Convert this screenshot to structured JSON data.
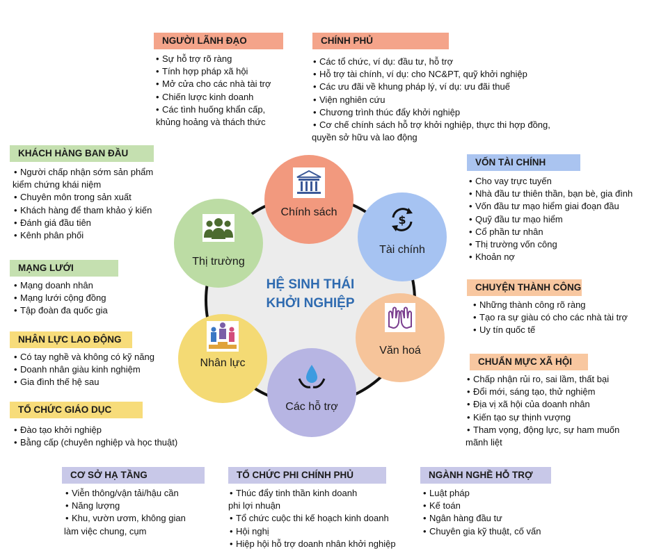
{
  "center": {
    "line1": "HỆ SINH THÁI",
    "line2": "KHỞI NGHIỆP"
  },
  "nodes": {
    "policy": "Chính sách",
    "finance": "Tài chính",
    "culture": "Văn hoá",
    "support": "Các hỗ trợ",
    "human": "Nhân lực",
    "market": "Thị trường"
  },
  "sections": {
    "leaders": {
      "title": "NGƯỜI LÃNH ĐẠO",
      "items": [
        "Sự hỗ trợ rõ ràng",
        "Tính hợp pháp xã hội",
        "Mở cửa cho các nhà tài trợ",
        "Chiến lược kinh doanh",
        "Các tình huống khẩn cấp,",
        "khủng hoảng và thách thức"
      ]
    },
    "government": {
      "title": "CHÍNH PHỦ",
      "items": [
        "Các tổ chức, ví dụ: đầu tư, hỗ trợ",
        "Hỗ trợ tài chính, ví dụ: cho NC&PT, quỹ khởi nghiệp",
        "Các ưu đãi về khung pháp lý, ví dụ: ưu đãi thuế",
        "Viện nghiên cứu",
        "Chương trình thúc đẩy khởi nghiệp",
        "Cơ chế chính sách hỗ trợ khởi nghiệp, thực thi hợp đồng,",
        "quyền sở hữu và lao động"
      ]
    },
    "early_customers": {
      "title": "KHÁCH HÀNG BAN ĐẦU",
      "items": [
        "Người chấp nhận sớm sản phẩm",
        "kiểm chứng khái niệm",
        "Chuyên môn trong sản xuất",
        "Khách hàng để tham khảo ý kiến",
        "Đánh giá đầu tiên",
        "Kênh phân phối"
      ]
    },
    "capital": {
      "title": "VỐN TÀI CHÍNH",
      "items": [
        "Cho vay trực tuyến",
        "Nhà đầu tư thiên thần, bạn bè, gia đình",
        "Vốn đầu tư mạo hiểm giai đoạn đầu",
        "Quỹ đầu tư mạo hiểm",
        "Cổ phần tư nhân",
        "Thị trường vốn công",
        "Khoản nợ"
      ]
    },
    "networks": {
      "title": "MẠNG LƯỚI",
      "items": [
        "Mạng doanh nhân",
        "Mạng lưới cộng đồng",
        "Tập đoàn đa quốc gia"
      ]
    },
    "success": {
      "title": "CHUYỆN THÀNH CÔNG",
      "items": [
        "Những thành công rõ ràng",
        "Tạo ra sự giàu có cho các nhà tài trợ",
        "Uy tín quốc tế"
      ]
    },
    "labor": {
      "title": "NHÂN LỰC LAO ĐỘNG",
      "items": [
        "Có tay nghề và không có kỹ năng",
        "Doanh nhân giàu kinh nghiệm",
        "Gia đình thế hệ sau"
      ]
    },
    "norms": {
      "title": "CHUẨN MỰC XÃ HỘI",
      "items": [
        "Chấp nhận rủi ro, sai lầm, thất bại",
        "Đổi mới, sáng tạo, thử nghiệm",
        "Địa vị xã hội của doanh nhân",
        "Kiến tạo sự thịnh vượng",
        "Tham vọng, động lực, sự ham muốn",
        "mãnh liệt"
      ]
    },
    "education": {
      "title": "TỔ CHỨC GIÁO DỤC",
      "items": [
        "Đào tạo khởi nghiệp",
        "Bằng cấp (chuyên nghiệp và học thuật)"
      ]
    },
    "infrastructure": {
      "title": "CƠ SỞ HẠ TẦNG",
      "items": [
        "Viễn thông/vận tải/hậu cần",
        "Năng lượng",
        "Khu, vườn ươm, không gian",
        "làm việc chung, cụm"
      ]
    },
    "ngo": {
      "title": "TỔ CHỨC PHI CHÍNH PHỦ",
      "items": [
        "Thúc đẩy tinh thần kinh doanh",
        "phi lợi nhuận",
        "Tổ chức cuộc thi kế hoạch kinh doanh",
        "Hội nghị",
        "Hiệp hội hỗ trợ doanh nhân khởi nghiệp"
      ]
    },
    "support_prof": {
      "title": "NGÀNH NGHỀ HỖ TRỢ",
      "items": [
        "Luật pháp",
        "Kế toán",
        "Ngân hàng đầu tư",
        "Chuyên gia kỹ thuật, cố vấn"
      ]
    }
  },
  "colors": {
    "header_salmon": "#f4a48a",
    "header_blue": "#aac4f0",
    "header_green": "#c5e0b0",
    "header_yellow": "#f7dc7a",
    "header_orange": "#f8c7a0",
    "header_lavender": "#c8c8e8",
    "node_policy": "#f2997e",
    "node_finance": "#a6c3f2",
    "node_culture": "#f6c49a",
    "node_support": "#b7b5e3",
    "node_human": "#f4da74",
    "node_market": "#bcdca4",
    "hub_fill": "#ececec",
    "center_text": "#2f6bb0"
  },
  "icons": [
    "bank-icon",
    "dollar-cycle-icon",
    "hands-icon",
    "water-hands-icon",
    "podium-people-icon",
    "people-group-icon"
  ]
}
